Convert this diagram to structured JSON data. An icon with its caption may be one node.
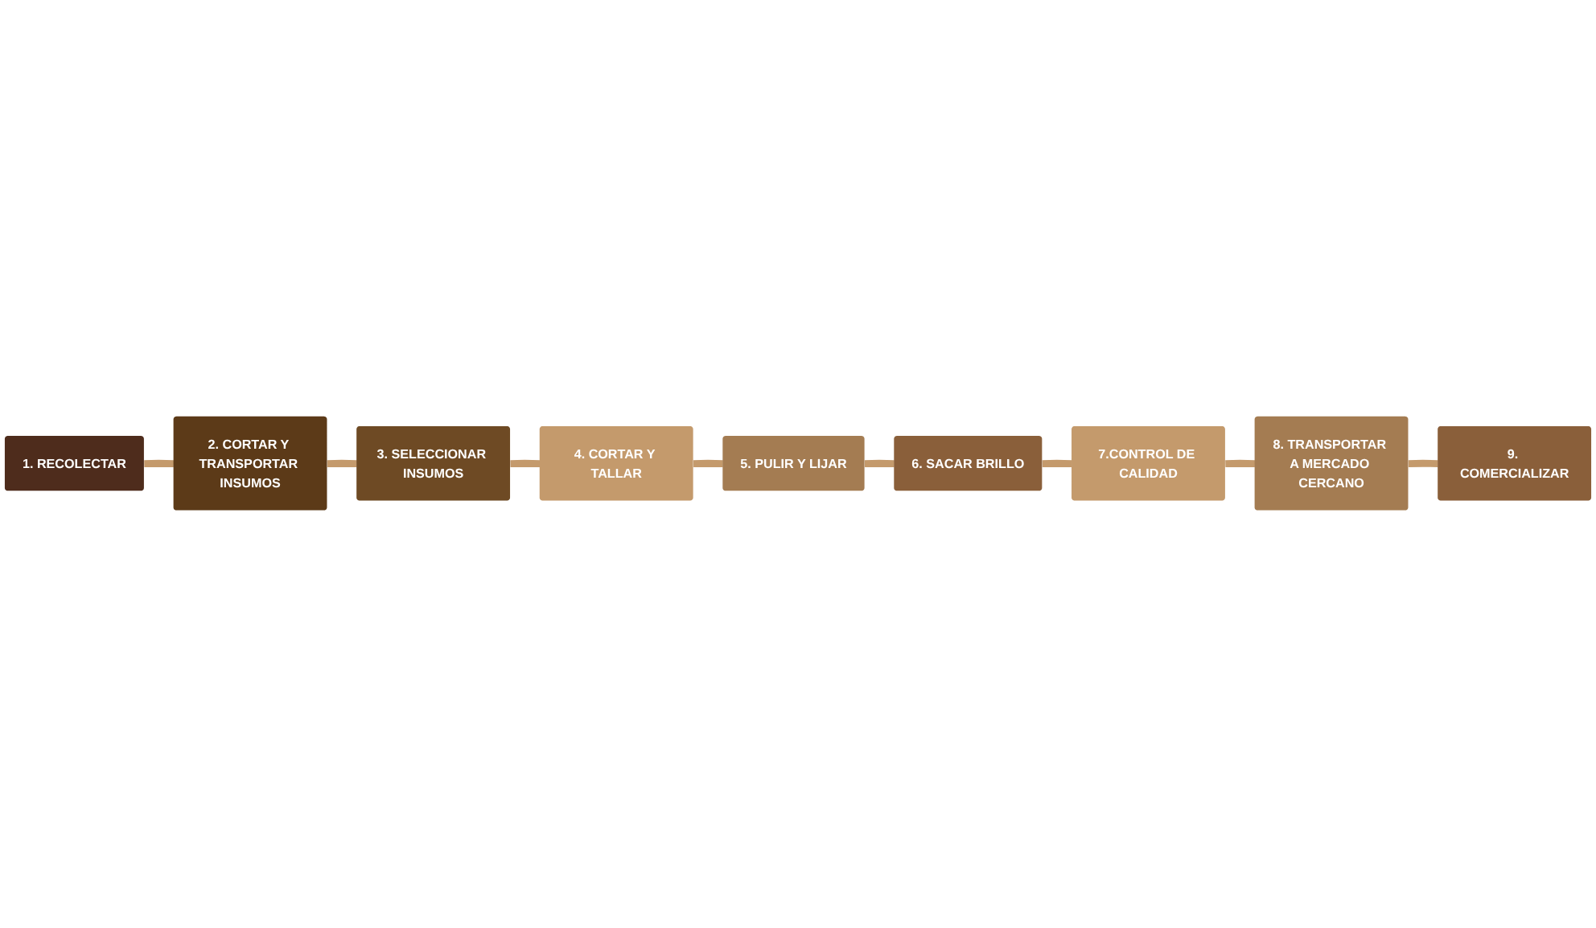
{
  "diagram": {
    "nodes": [
      {
        "text": [
          "1. RECOLECTAR"
        ]
      },
      {
        "text": [
          "2. CORTAR Y TRANSPORTAR INSUMOS"
        ]
      },
      {
        "text": [
          "3. SELECCIONAR INSUMOS"
        ]
      },
      {
        "text": [
          "4. CORTAR Y TALLAR"
        ]
      },
      {
        "text": [
          "5. PULIR Y LIJAR"
        ]
      },
      {
        "text": [
          "6. SACAR BRILLO"
        ]
      },
      {
        "text": [
          "7.CONTROL DE CALIDAD"
        ]
      },
      {
        "text": [
          "8. TRANSPORTAR A MERCADO CERCANO"
        ]
      },
      {
        "text": [
          "9. COMERCIALIZAR"
        ]
      }
    ],
    "edges": [
      {
        "from": 0,
        "to": 1,
        "arrow": "none"
      },
      {
        "from": 1,
        "to": 2,
        "arrow": "none"
      },
      {
        "from": 2,
        "to": 3,
        "arrow": "none"
      },
      {
        "from": 3,
        "to": 4,
        "arrow": "none"
      },
      {
        "from": 4,
        "to": 5,
        "arrow": "none"
      },
      {
        "from": 5,
        "to": 6,
        "arrow": "none"
      },
      {
        "from": 6,
        "to": 7,
        "arrow": "none"
      },
      {
        "from": 7,
        "to": 8,
        "arrow": "none"
      }
    ]
  }
}
